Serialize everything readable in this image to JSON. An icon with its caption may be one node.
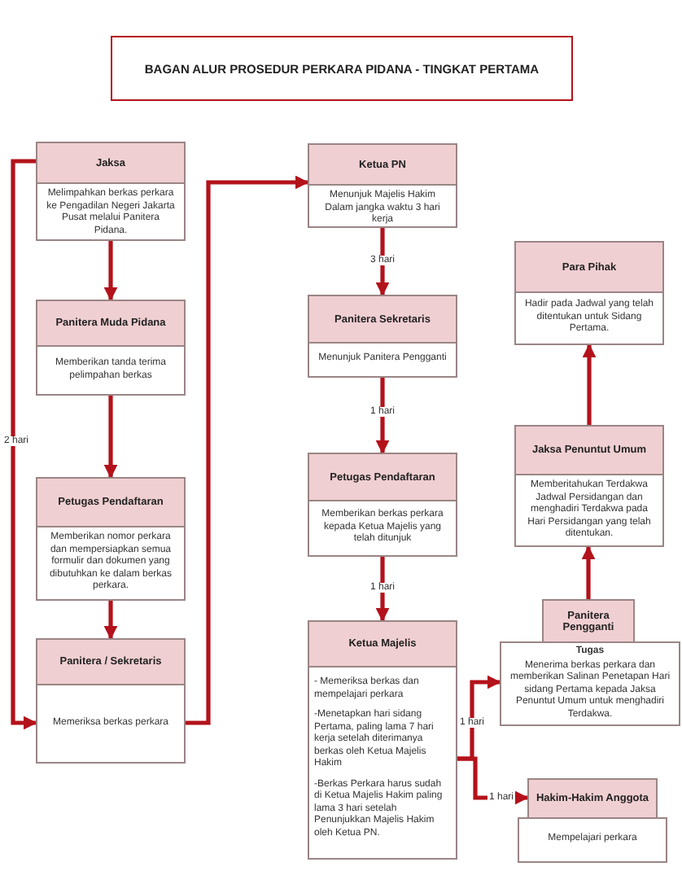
{
  "diagram": {
    "title": "BAGAN ALUR PROSEDUR PERKARA PIDANA - TINGKAT PERTAMA",
    "nodes": [
      {
        "text": [
          "Jaksa",
          "Melimpahkan berkas perkara ke Pengadilan Negeri Jakarta Pusat melalui Panitera Pidana."
        ]
      },
      {
        "text": [
          "Panitera Muda Pidana",
          "Memberikan tanda terima pelimpahan berkas"
        ]
      },
      {
        "text": [
          "Petugas Pendaftaran",
          "Memberikan nomor perkara dan mempersiapkan semua formulir dan dokumen yang dibutuhkan ke dalam berkas perkara."
        ]
      },
      {
        "text": [
          "Panitera / Sekretaris",
          "Memeriksa berkas perkara"
        ]
      },
      {
        "text": [
          "Ketua PN",
          "Menunjuk Majelis Hakim Dalam jangka waktu 3 hari kerja"
        ]
      },
      {
        "text": [
          "Panitera Sekretaris",
          "Menunjuk Panitera Pengganti"
        ]
      },
      {
        "text": [
          "Petugas Pendaftaran",
          "Memberikan berkas perkara kepada Ketua Majelis yang telah ditunjuk"
        ]
      },
      {
        "text": [
          "Ketua Majelis",
          "- Memeriksa berkas dan mempelajari perkara",
          "-Menetapkan hari sidang Pertama, paling lama 7 hari kerja setelah diterimanya berkas oleh Ketua Majelis Hakim",
          "-Berkas Perkara harus sudah di Ketua Majelis Hakim paling lama 3 hari setelah Penunjukkan Majelis Hakim oleh Ketua PN."
        ]
      },
      {
        "text": [
          "Para Pihak",
          "Hadir pada Jadwal yang telah ditentukan untuk Sidang Pertama."
        ]
      },
      {
        "text": [
          "Jaksa Penuntut Umum",
          "Memberitahukan Terdakwa Jadwal Persidangan dan menghadiri Terdakwa pada Hari Persidangan yang telah ditentukan."
        ]
      },
      {
        "text": [
          "Panitera Pengganti",
          "Tugas",
          "Menerima berkas perkara dan memberikan Salinan Penetapan Hari sidang Pertama kepada Jaksa Penuntut Umum untuk menghadiri Terdakwa."
        ]
      },
      {
        "text": [
          "Hakim-Hakim Anggota",
          "Mempelajari perkara"
        ]
      }
    ],
    "edges": [
      {
        "from": 0,
        "to": 1,
        "arrow": "to"
      },
      {
        "from": 1,
        "to": 2,
        "arrow": "to"
      },
      {
        "from": 2,
        "to": 3,
        "arrow": "to"
      },
      {
        "from": 0,
        "to": 3,
        "arrow": "to",
        "label": "2 hari"
      },
      {
        "from": 3,
        "to": 4,
        "arrow": "to"
      },
      {
        "from": 4,
        "to": 5,
        "arrow": "to",
        "label": "3 hari"
      },
      {
        "from": 5,
        "to": 6,
        "arrow": "to",
        "label": "1 hari"
      },
      {
        "from": 6,
        "to": 7,
        "arrow": "to",
        "label": "1 hari"
      },
      {
        "from": 7,
        "to": 10,
        "arrow": "to",
        "label": "1 hari"
      },
      {
        "from": 7,
        "to": 11,
        "arrow": "to",
        "label": "1 hari"
      },
      {
        "from": 10,
        "to": 9,
        "arrow": "to"
      },
      {
        "from": 9,
        "to": 8,
        "arrow": "to"
      }
    ]
  }
}
